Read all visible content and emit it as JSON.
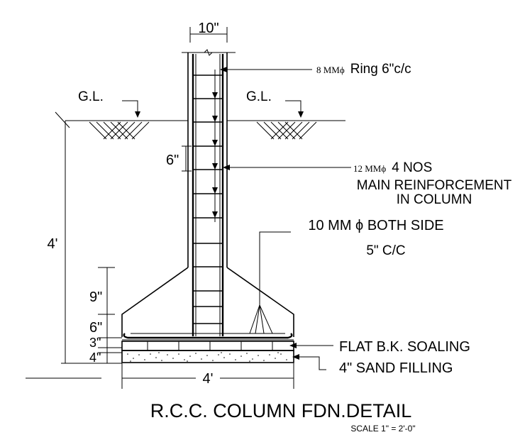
{
  "drawing": {
    "column_width_dim": "10\"",
    "ring_label_small": "8 MMϕ",
    "ring_label_main": "Ring 6\"c/c",
    "gl_left": "G.L.",
    "gl_right": "G.L.",
    "ring_spacing_dim": "6\"",
    "main_bar_small": "12 MMϕ",
    "main_bar_main": "4 NOS",
    "main_reinf_line1": "MAIN REINFORCEMENT",
    "main_reinf_line2": "IN COLUMN",
    "both_side_line1": "10 MM ϕ BOTH SIDE",
    "both_side_line2": "5\" C/C",
    "depth_dim": "4'",
    "dim_9": "9\"",
    "dim_6": "6\"",
    "dim_3": "3\"",
    "dim_4": "4\"",
    "base_width_dim": "4'",
    "soling_label": "FLAT B.K. SOALING",
    "sand_label": "4\" SAND FILLING",
    "title": "R.C.C. COLUMN FDN.DETAIL",
    "scale": "SCALE 1\" = 2'-0\""
  }
}
